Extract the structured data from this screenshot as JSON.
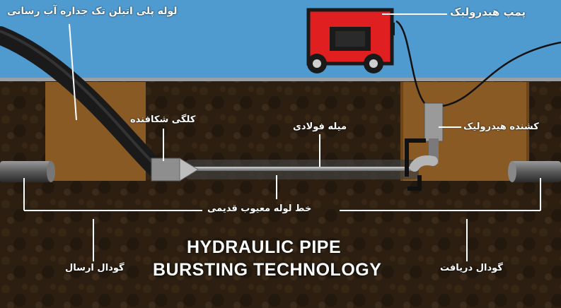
{
  "labels": {
    "pe_pipe": "لوله پلی اتیلن تک جداره آب رسانی",
    "hydraulic_pump": "پمپ هیدرولیک",
    "bursting_head": "کلگی شکافنده",
    "steel_rod": "میله فولادی",
    "hydraulic_puller": "کشنده هیدرولیک",
    "old_pipe_line": "خط لوله معیوب قدیمی",
    "launch_pit": "گودال ارسال",
    "receiving_pit": "گودال دریافت"
  },
  "title": {
    "line1": "HYDRAULIC PIPE",
    "line2": "BURSTING TECHNOLOGY"
  },
  "colors": {
    "sky": "#4f9bd0",
    "soil_dark": "#2a1d10",
    "pit_fill": "#8a5a25",
    "pump_body": "#e02020",
    "callout_line": "#ffffff"
  }
}
